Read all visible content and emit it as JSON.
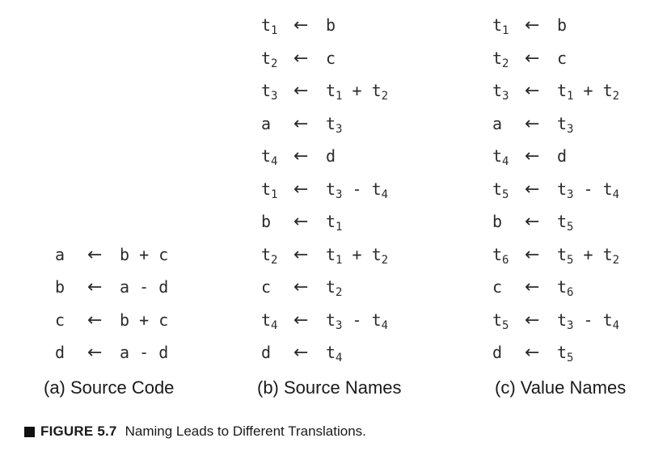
{
  "arrow_symbol": "←",
  "columns": [
    {
      "label": "(a) Source Code",
      "lines": [
        {
          "lhs": "a",
          "rhs": "b + c"
        },
        {
          "lhs": "b",
          "rhs": "a - d"
        },
        {
          "lhs": "c",
          "rhs": "b + c"
        },
        {
          "lhs": "d",
          "rhs": "a - d"
        }
      ]
    },
    {
      "label": "(b) Source Names",
      "lines": [
        {
          "lhs": "t_1",
          "rhs": "b"
        },
        {
          "lhs": "t_2",
          "rhs": "c"
        },
        {
          "lhs": "t_3",
          "rhs": "t_1 + t_2"
        },
        {
          "lhs": "a",
          "rhs": "t_3"
        },
        {
          "lhs": "t_4",
          "rhs": "d"
        },
        {
          "lhs": "t_1",
          "rhs": "t_3 - t_4"
        },
        {
          "lhs": "b",
          "rhs": "t_1"
        },
        {
          "lhs": "t_2",
          "rhs": "t_1 + t_2"
        },
        {
          "lhs": "c",
          "rhs": "t_2"
        },
        {
          "lhs": "t_4",
          "rhs": "t_3 - t_4"
        },
        {
          "lhs": "d",
          "rhs": "t_4"
        }
      ]
    },
    {
      "label": "(c) Value Names",
      "lines": [
        {
          "lhs": "t_1",
          "rhs": "b"
        },
        {
          "lhs": "t_2",
          "rhs": "c"
        },
        {
          "lhs": "t_3",
          "rhs": "t_1 + t_2"
        },
        {
          "lhs": "a",
          "rhs": "t_3"
        },
        {
          "lhs": "t_4",
          "rhs": "d"
        },
        {
          "lhs": "t_5",
          "rhs": "t_3 - t_4"
        },
        {
          "lhs": "b",
          "rhs": "t_5"
        },
        {
          "lhs": "t_6",
          "rhs": "t_5 + t_2"
        },
        {
          "lhs": "c",
          "rhs": "t_6"
        },
        {
          "lhs": "t_5",
          "rhs": "t_3 - t_4"
        },
        {
          "lhs": "d",
          "rhs": "t_5"
        }
      ]
    }
  ],
  "figure": {
    "number": "FIGURE 5.7",
    "caption": "Naming Leads to Different Translations."
  }
}
